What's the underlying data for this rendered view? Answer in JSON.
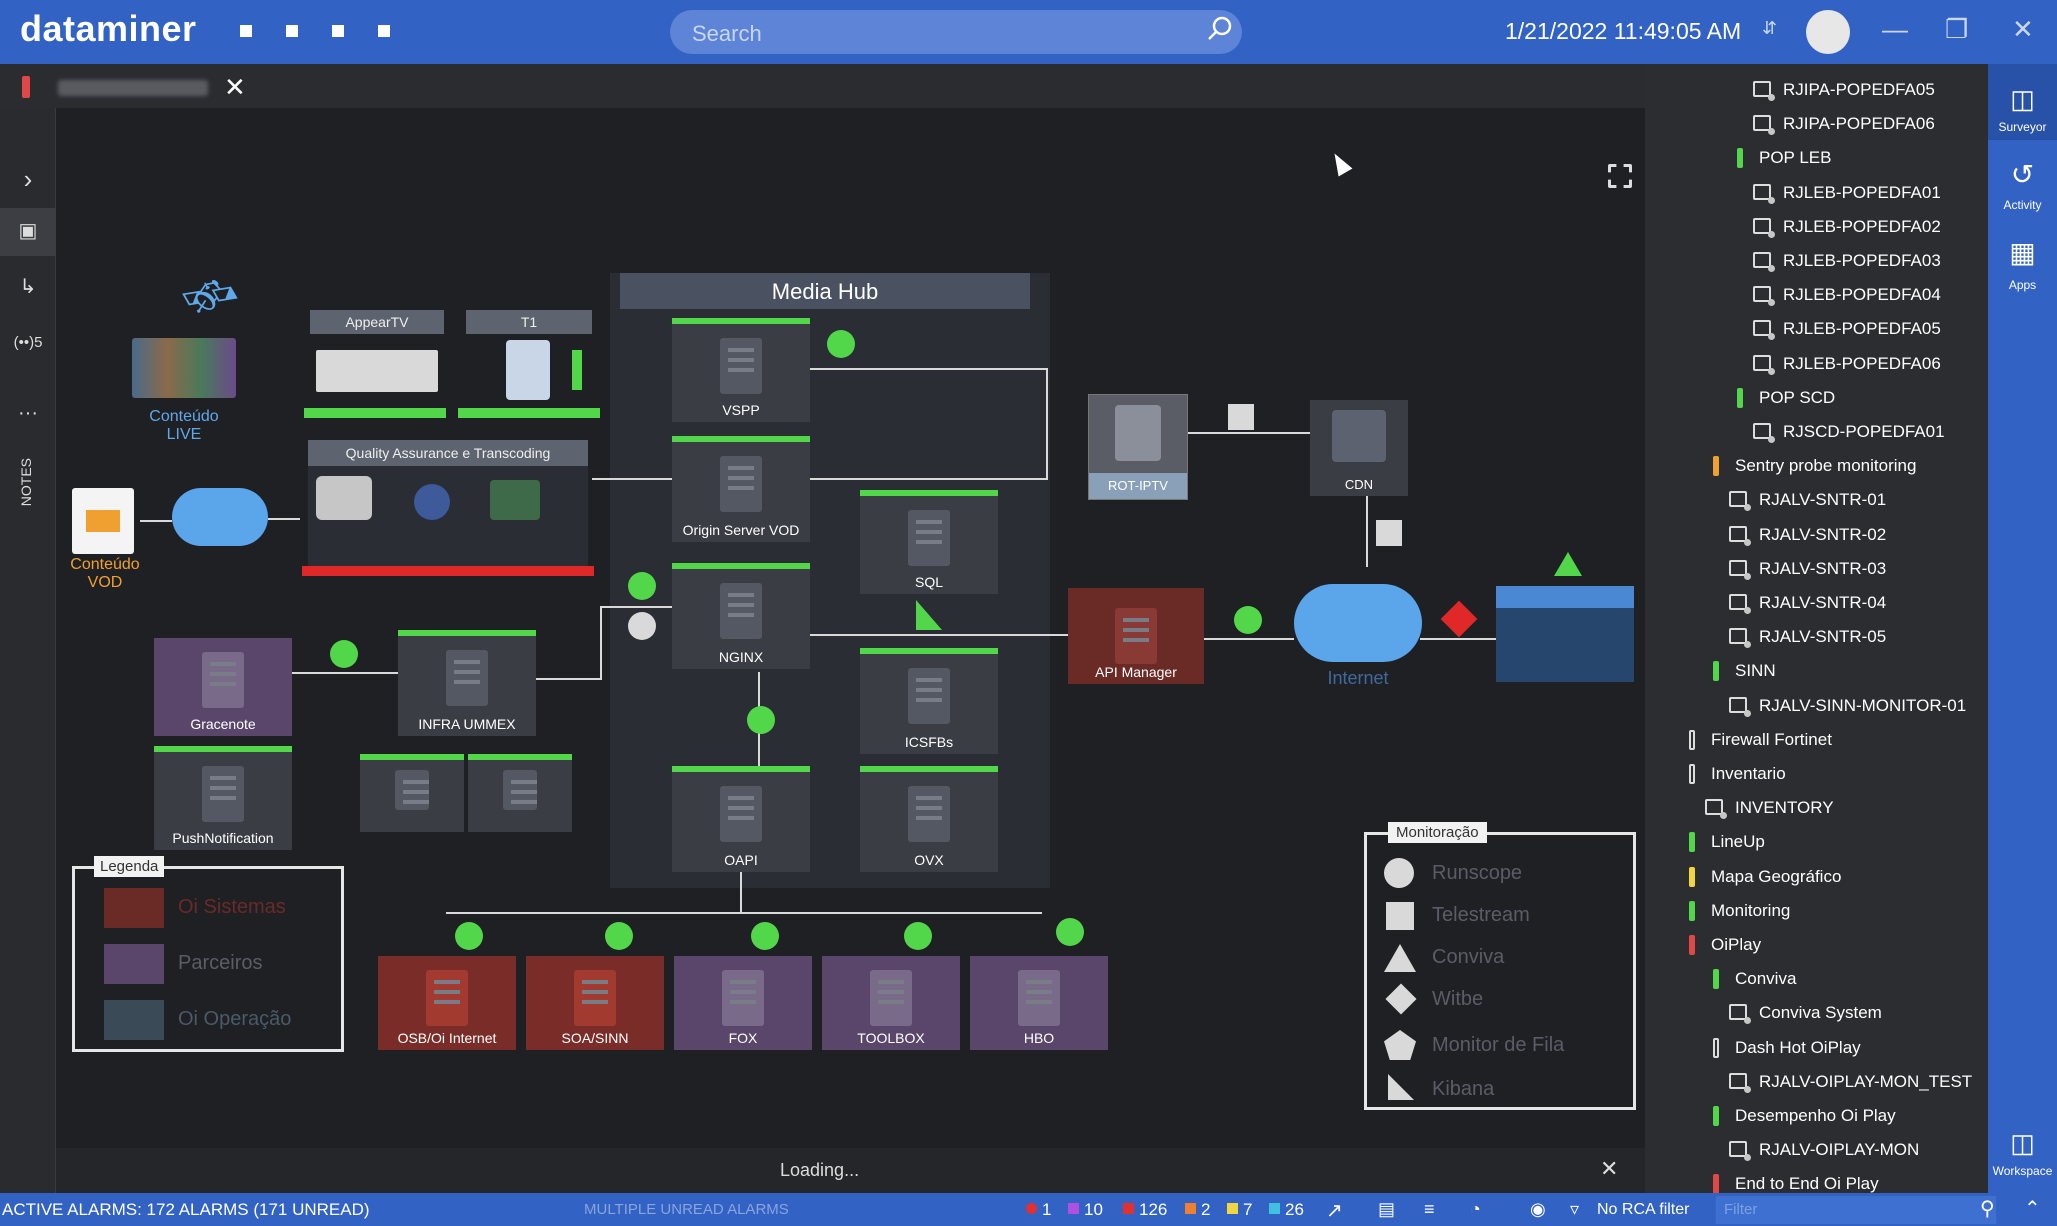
{
  "app": {
    "logo": "dataminer",
    "search_placeholder": "Search",
    "datetime": "1/21/2022 11:49:05 AM"
  },
  "left_rail": {
    "alarm_indicator": "(••)5",
    "notes": "NOTES"
  },
  "diagram": {
    "media_hub": "Media Hub",
    "appeartv": "AppearTV",
    "t1": "T1",
    "qa": "Quality Assurance e Transcoding",
    "conteudo_live": "Conteúdo\nLIVE",
    "conteudo_vod": "Conteúdo\nVOD",
    "vspp": "VSPP",
    "origin": "Origin Server VOD",
    "nginx": "NGINX",
    "oapi": "OAPI",
    "sql": "SQL",
    "icsfbs": "ICSFBs",
    "ovx": "OVX",
    "rot_iptv": "ROT-IPTV",
    "cdn": "CDN",
    "api_manager": "API Manager",
    "internet": "Internet",
    "gracenote": "Gracenote",
    "infra_ummex": "INFRA UMMEX",
    "pushnotification": "PushNotification",
    "osb": "OSB/Oi Internet",
    "soa": "SOA/SINN",
    "fox": "FOX",
    "toolbox": "TOOLBOX",
    "hbo": "HBO",
    "legend": {
      "title": "Legenda",
      "items": [
        "Oi Sistemas",
        "Parceiros",
        "Oi Operação"
      ]
    },
    "monitoring": {
      "title": "Monitoração",
      "items": [
        "Runscope",
        "Telestream",
        "Conviva",
        "Witbe",
        "Monitor de Fila",
        "Kibana"
      ]
    },
    "loading": "Loading..."
  },
  "tree": [
    {
      "label": "RJIPA-POPEDFA05",
      "type": "elem",
      "indent": 2
    },
    {
      "label": "RJIPA-POPEDFA06",
      "type": "elem",
      "indent": 2
    },
    {
      "label": "POP LEB",
      "type": "view",
      "color": "#52d64a",
      "indent": 1
    },
    {
      "label": "RJLEB-POPEDFA01",
      "type": "elem",
      "indent": 2
    },
    {
      "label": "RJLEB-POPEDFA02",
      "type": "elem",
      "indent": 2
    },
    {
      "label": "RJLEB-POPEDFA03",
      "type": "elem",
      "indent": 2
    },
    {
      "label": "RJLEB-POPEDFA04",
      "type": "elem",
      "indent": 2
    },
    {
      "label": "RJLEB-POPEDFA05",
      "type": "elem",
      "indent": 2
    },
    {
      "label": "RJLEB-POPEDFA06",
      "type": "elem",
      "indent": 2
    },
    {
      "label": "POP SCD",
      "type": "view",
      "color": "#52d64a",
      "indent": 1
    },
    {
      "label": "RJSCD-POPEDFA01",
      "type": "elem",
      "indent": 2
    },
    {
      "label": "Sentry probe monitoring",
      "type": "view",
      "color": "#f0a030",
      "indent": 0
    },
    {
      "label": "RJALV-SNTR-01",
      "type": "elem",
      "indent": 1
    },
    {
      "label": "RJALV-SNTR-02",
      "type": "elem",
      "indent": 1
    },
    {
      "label": "RJALV-SNTR-03",
      "type": "elem",
      "indent": 1
    },
    {
      "label": "RJALV-SNTR-04",
      "type": "elem",
      "indent": 1
    },
    {
      "label": "RJALV-SNTR-05",
      "type": "elem",
      "indent": 1
    },
    {
      "label": "SINN",
      "type": "view",
      "color": "#52d64a",
      "indent": 0
    },
    {
      "label": "RJALV-SINN-MONITOR-01",
      "type": "elem",
      "indent": 1
    },
    {
      "label": "Firewall Fortinet",
      "type": "view",
      "color": "outline",
      "indent": -1
    },
    {
      "label": "Inventario",
      "type": "view",
      "color": "outline",
      "indent": -1
    },
    {
      "label": "INVENTORY",
      "type": "elem",
      "indent": 0
    },
    {
      "label": "LineUp",
      "type": "view",
      "color": "#52d64a",
      "indent": -1
    },
    {
      "label": "Mapa Geográfico",
      "type": "view",
      "color": "#f2d640",
      "indent": -1
    },
    {
      "label": "Monitoring",
      "type": "view",
      "color": "#52d64a",
      "indent": -1
    },
    {
      "label": "OiPlay",
      "type": "view",
      "color": "#e04848",
      "indent": -1
    },
    {
      "label": "Conviva",
      "type": "view",
      "color": "#52d64a",
      "indent": 0
    },
    {
      "label": "Conviva System",
      "type": "elem",
      "indent": 1
    },
    {
      "label": "Dash Hot OiPlay",
      "type": "view",
      "color": "outline",
      "indent": 0
    },
    {
      "label": "RJALV-OIPLAY-MON_TEST",
      "type": "elem",
      "indent": 1
    },
    {
      "label": "Desempenho Oi Play",
      "type": "view",
      "color": "#52d64a",
      "indent": 0
    },
    {
      "label": "RJALV-OIPLAY-MON",
      "type": "elem",
      "indent": 1
    },
    {
      "label": "End to End Oi Play",
      "type": "view",
      "color": "#e04848",
      "indent": 0
    }
  ],
  "right_rail": {
    "surveyor": "Surveyor",
    "activity": "Activity",
    "apps": "Apps",
    "workspace": "Workspace"
  },
  "status": {
    "active_alarms": "ACTIVE ALARMS: 172 ALARMS (171 UNREAD)",
    "multiple": "MULTIPLE UNREAD ALARMS",
    "counts": [
      {
        "value": "1",
        "color": "#e03030"
      },
      {
        "value": "10",
        "color": "#b050e0"
      },
      {
        "value": "126",
        "color": "#e03030"
      },
      {
        "value": "2",
        "color": "#f08030"
      },
      {
        "value": "7",
        "color": "#f2d640"
      },
      {
        "value": "26",
        "color": "#40c0e0"
      }
    ],
    "rca": "No RCA filter",
    "filter_placeholder": "Filter"
  }
}
